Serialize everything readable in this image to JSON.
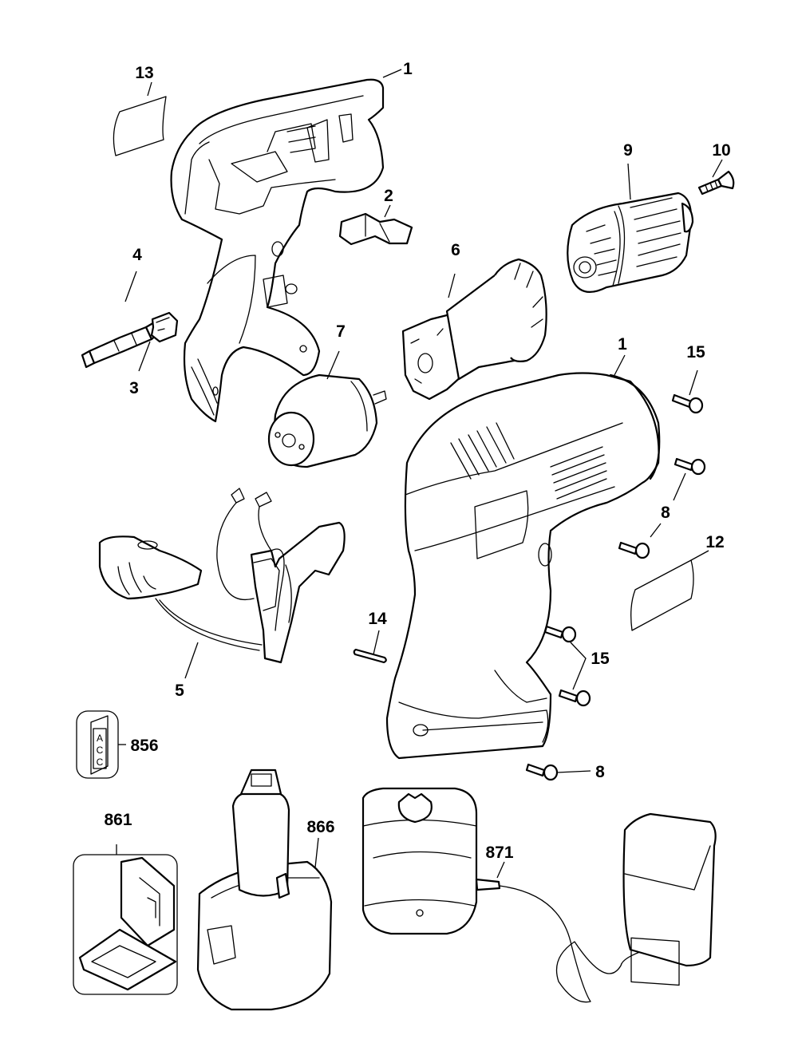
{
  "diagram": {
    "type": "exploded-parts-diagram",
    "subject": "Cordless drill/driver",
    "colors": {
      "line": "#000000",
      "background": "#ffffff"
    },
    "parts": [
      {
        "ref": "1",
        "name": "housing-half-left"
      },
      {
        "ref": "1",
        "name": "housing-half-right"
      },
      {
        "ref": "2",
        "name": "forward-reverse-button"
      },
      {
        "ref": "3",
        "name": "bit-holder-clip"
      },
      {
        "ref": "4",
        "name": "screwdriver-bit"
      },
      {
        "ref": "5",
        "name": "switch-and-battery-terminal-assembly"
      },
      {
        "ref": "6",
        "name": "gearbox"
      },
      {
        "ref": "7",
        "name": "motor"
      },
      {
        "ref": "8",
        "name": "screw"
      },
      {
        "ref": "8",
        "name": "screw"
      },
      {
        "ref": "8",
        "name": "screw"
      },
      {
        "ref": "9",
        "name": "chuck"
      },
      {
        "ref": "10",
        "name": "chuck-screw"
      },
      {
        "ref": "12",
        "name": "label-right"
      },
      {
        "ref": "13",
        "name": "label-left"
      },
      {
        "ref": "14",
        "name": "pin"
      },
      {
        "ref": "15",
        "name": "screw"
      },
      {
        "ref": "15",
        "name": "screw-pair"
      },
      {
        "ref": "856",
        "name": "accessory-bit"
      },
      {
        "ref": "861",
        "name": "carrying-case"
      },
      {
        "ref": "866",
        "name": "battery-pack"
      },
      {
        "ref": "871",
        "name": "charger-with-adapter"
      }
    ],
    "labels": {
      "l1a": "1",
      "l1b": "1",
      "l2": "2",
      "l3": "3",
      "l4": "4",
      "l5": "5",
      "l6": "6",
      "l7": "7",
      "l8a": "8",
      "l8b": "8",
      "l9": "9",
      "l10": "10",
      "l12": "12",
      "l13": "13",
      "l14": "14",
      "l15a": "15",
      "l15b": "15",
      "l856": "856",
      "l861": "861",
      "l866": "866",
      "l871": "871"
    },
    "acc_text": {
      "a": "A",
      "c1": "C",
      "c2": "C"
    }
  }
}
